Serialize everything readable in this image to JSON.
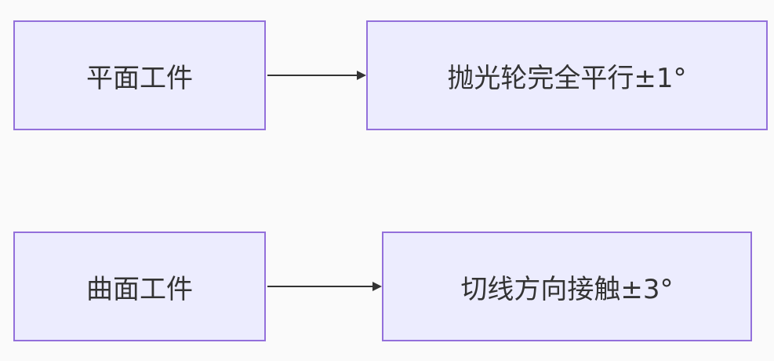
{
  "diagram": {
    "nodes": [
      {
        "id": "flat-workpiece",
        "label": "平面工件"
      },
      {
        "id": "wheel-parallel",
        "label": "抛光轮完全平行±1°"
      },
      {
        "id": "curved-workpiece",
        "label": "曲面工件"
      },
      {
        "id": "tangent-contact",
        "label": "切线方向接触±3°"
      }
    ],
    "edges": [
      {
        "from": "flat-workpiece",
        "to": "wheel-parallel"
      },
      {
        "from": "curved-workpiece",
        "to": "tangent-contact"
      }
    ],
    "colors": {
      "background": "#fafafa",
      "node_fill": "#ececfe",
      "node_border": "#9370db",
      "edge": "#333333",
      "text": "#333333"
    }
  }
}
